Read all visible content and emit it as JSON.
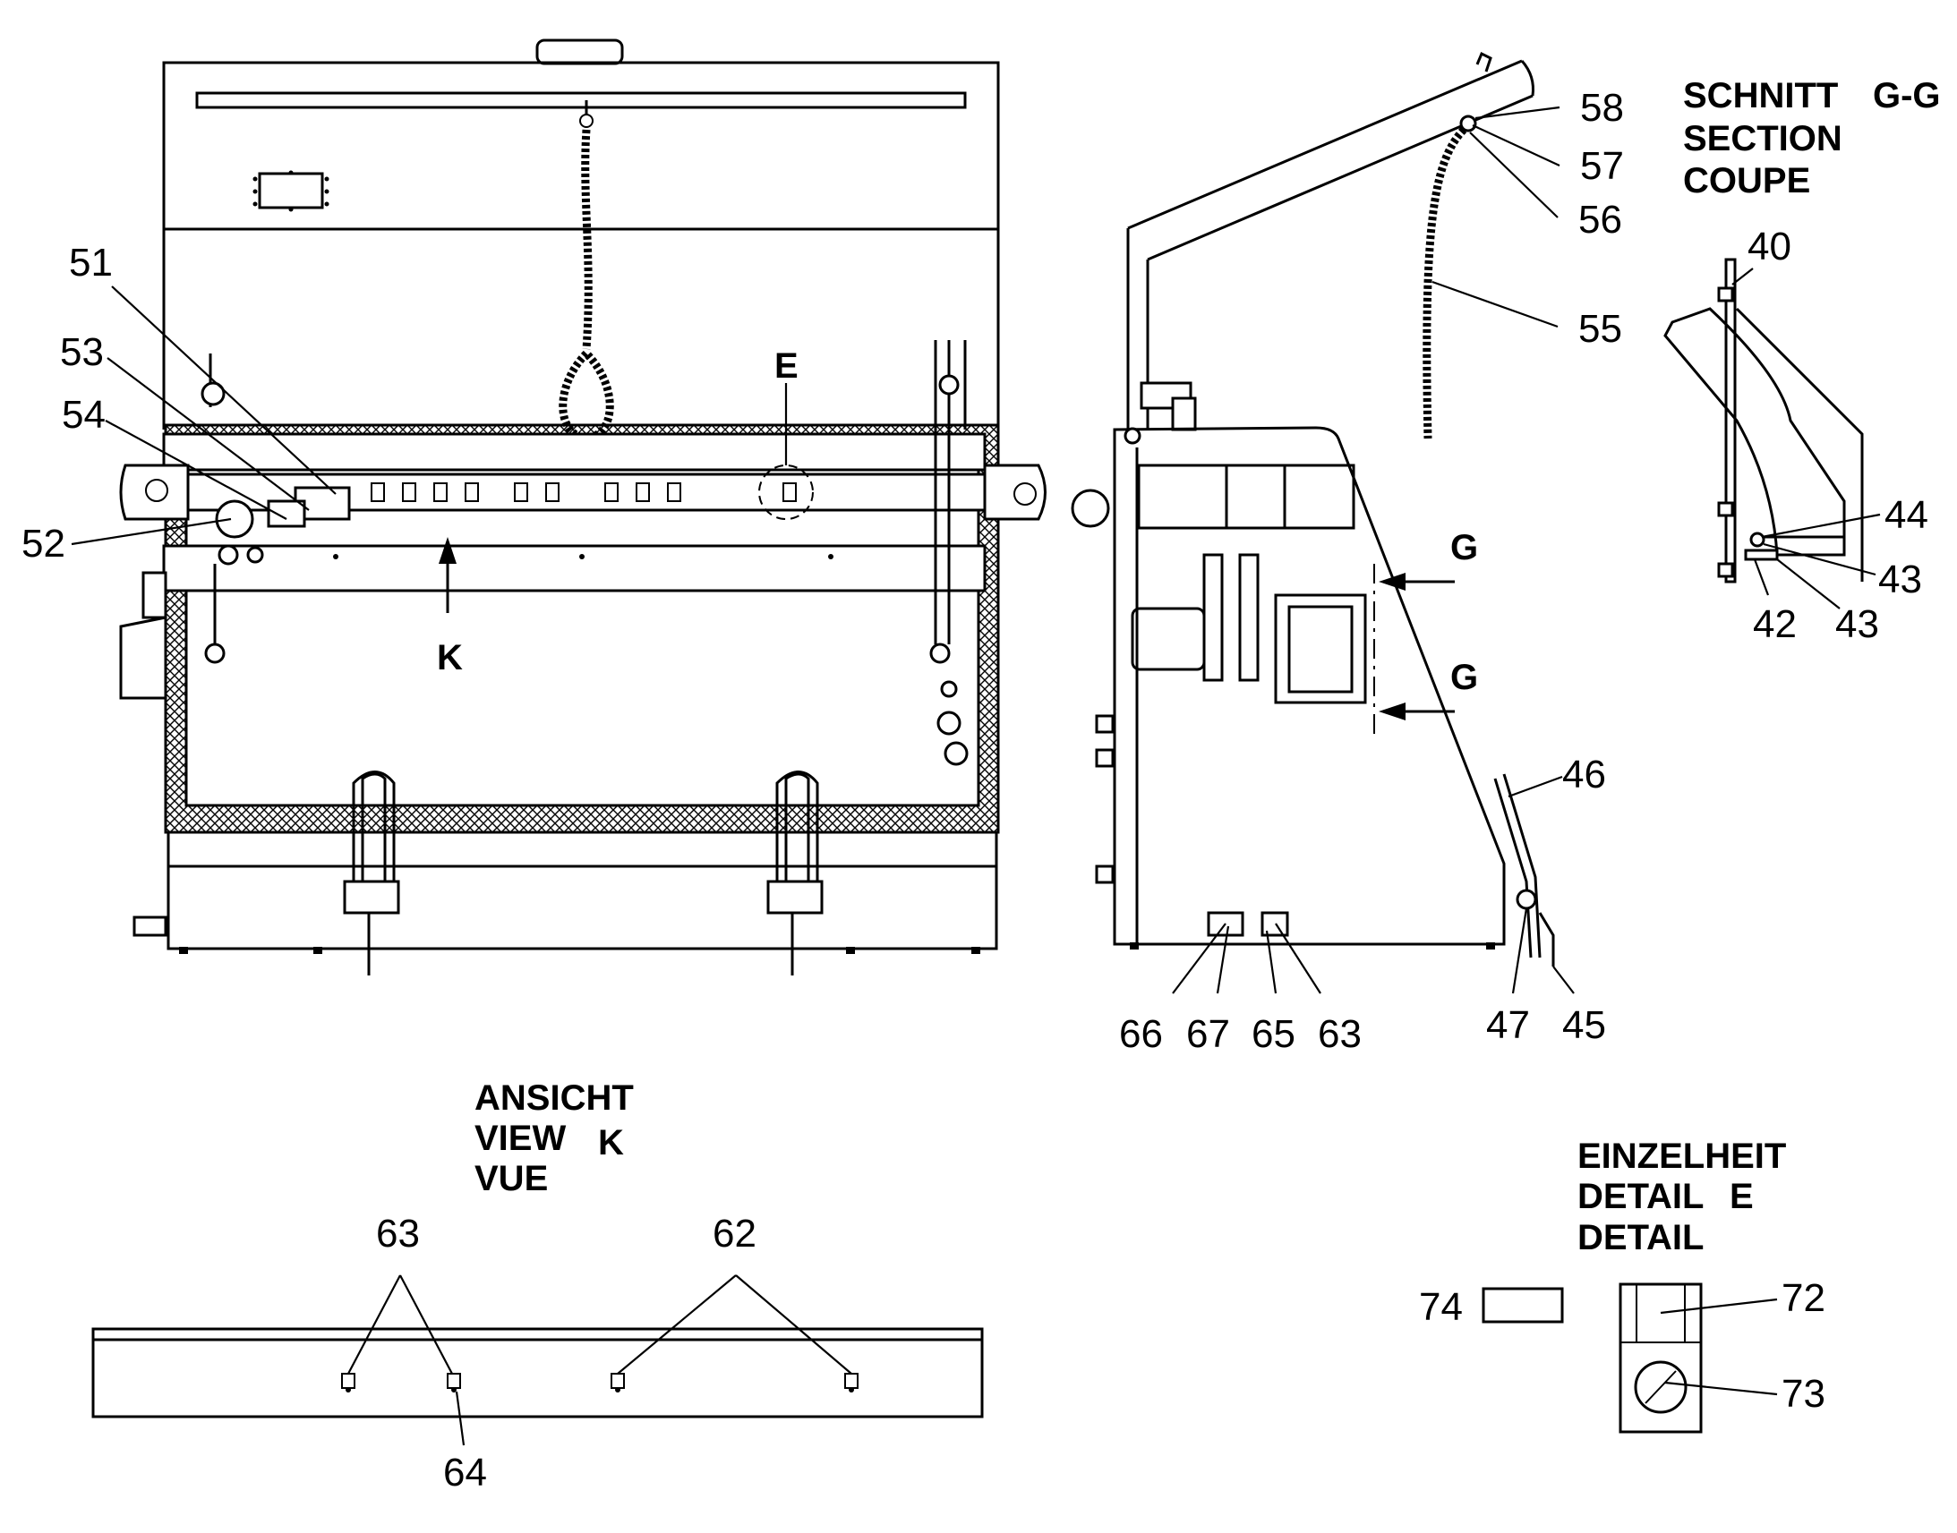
{
  "front_view": {
    "labels": {
      "l51": "51",
      "l53": "53",
      "l54": "54",
      "l52": "52",
      "lE": "E",
      "lK": "K"
    }
  },
  "side_view": {
    "labels": {
      "l58": "58",
      "l57": "57",
      "l56": "56",
      "l55": "55",
      "lG1": "G",
      "lG2": "G",
      "l46": "46",
      "l47": "47",
      "l45": "45",
      "l66": "66",
      "l67": "67",
      "l65": "65",
      "l63": "63"
    }
  },
  "section_gg": {
    "title_line1": "SCHNITT",
    "title_suffix": "G-G",
    "title_line2": "SECTION",
    "title_line3": "COUPE",
    "labels": {
      "l40": "40",
      "l44": "44",
      "l43a": "43",
      "l42": "42",
      "l43b": "43"
    }
  },
  "view_k": {
    "title_line1": "ANSICHT",
    "title_line2": "VIEW",
    "title_suffix": "K",
    "title_line3": "VUE",
    "labels": {
      "l63": "63",
      "l62": "62",
      "l64": "64"
    }
  },
  "detail_e": {
    "title_line1": "EINZELHEIT",
    "title_line2": "DETAIL",
    "title_suffix": "E",
    "title_line3": "DETAIL",
    "labels": {
      "l74": "74",
      "l72": "72",
      "l73": "73"
    }
  }
}
